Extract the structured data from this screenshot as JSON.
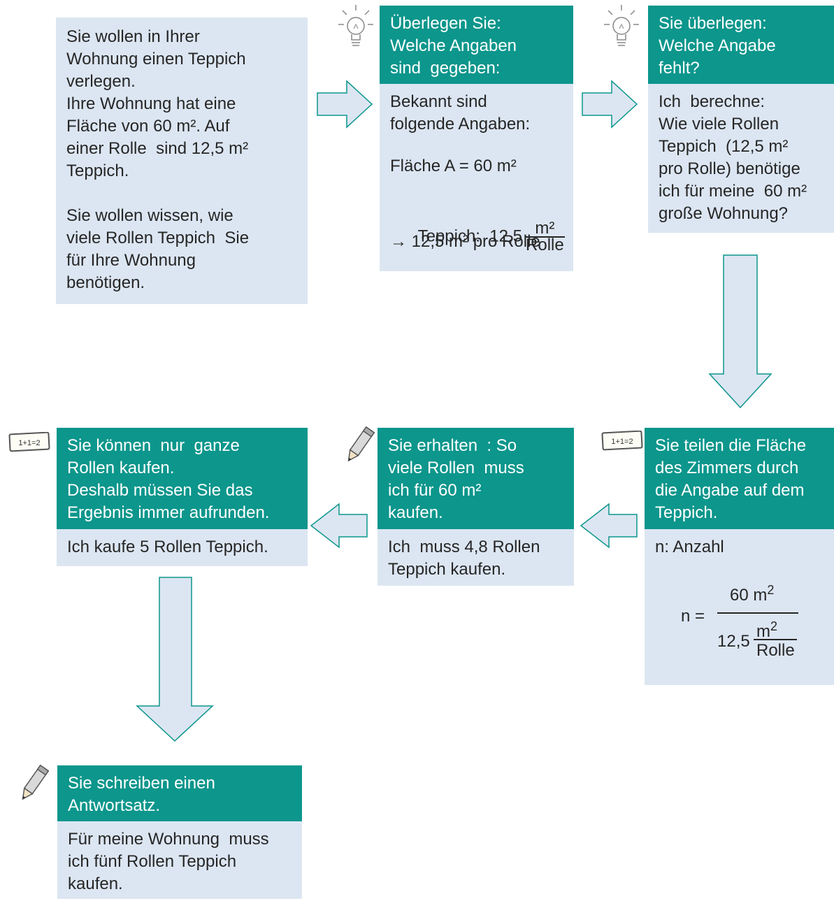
{
  "colors": {
    "box_fill": "#dce6f2",
    "header_fill": "#0c968c",
    "arrow_fill": "#dce6f2",
    "arrow_stroke": "#0c968c"
  },
  "box1": {
    "lines": [
      "Sie wollen in Ihrer",
      "Wohnung einen Teppich",
      "verlegen.",
      "Ihre Wohnung hat eine",
      "Fläche von 60 m². Auf",
      "einer Rolle  sind 12,5 m²",
      "Teppich."
    ],
    "lines2": [
      "Sie wollen wissen, wie",
      "viele Rollen Teppich  Sie",
      "für Ihre Wohnung",
      "benötigen."
    ]
  },
  "box2": {
    "icon": "lightbulb-icon",
    "header": [
      "Überlegen Sie:",
      "Welche Angaben",
      "sind  gegeben:"
    ],
    "lines": [
      "Bekannt sind",
      "folgende Angaben:"
    ],
    "flaeche": "Fläche A = 60 m²",
    "teppich_prefix": "Teppich:  12,5",
    "teppich_num": "m²",
    "teppich_den": "Rolle",
    "arrow_line": "→ 12,5 m² pro Rolle"
  },
  "box3": {
    "icon": "lightbulb-icon",
    "header": [
      "Sie überlegen:",
      "Welche Angabe",
      "fehlt?"
    ],
    "lines": [
      "Ich  berechne:",
      "Wie viele Rollen",
      "Teppich  (12,5 m²",
      "pro Rolle) benötige",
      "ich für meine  60 m²",
      "große Wohnung?"
    ]
  },
  "box4": {
    "icon": "calculator-note-icon",
    "icon_text": "1+1=2",
    "header": [
      "Sie teilen die Fläche",
      "des Zimmers durch",
      "die Angabe auf dem",
      "Teppich."
    ],
    "label": "n: Anzahl",
    "formula_lhs": "n =",
    "formula_num": "60 m",
    "formula_num_exp": "2",
    "formula_den_prefix": "12,5",
    "formula_den_frac_num": "m",
    "formula_den_frac_num_exp": "2",
    "formula_den_frac_den": "Rolle"
  },
  "box5": {
    "icon": "pencil-icon",
    "header": [
      "Sie erhalten  : So",
      "viele Rollen  muss",
      "ich für 60 m²",
      "kaufen."
    ],
    "lines": [
      "Ich  muss 4,8 Rollen",
      "Teppich kaufen."
    ]
  },
  "box6": {
    "icon": "calculator-note-icon",
    "icon_text": "1+1=2",
    "header": [
      "Sie können  nur  ganze",
      "Rollen kaufen.",
      "Deshalb müssen Sie das",
      "Ergebnis immer aufrunden."
    ],
    "lines": [
      "Ich kaufe 5 Rollen Teppich."
    ]
  },
  "box7": {
    "icon": "pencil-icon",
    "header": [
      "Sie schreiben einen",
      "Antwortsatz."
    ],
    "lines": [
      "Für meine Wohnung  muss",
      "ich fünf Rollen Teppich",
      "kaufen."
    ]
  }
}
